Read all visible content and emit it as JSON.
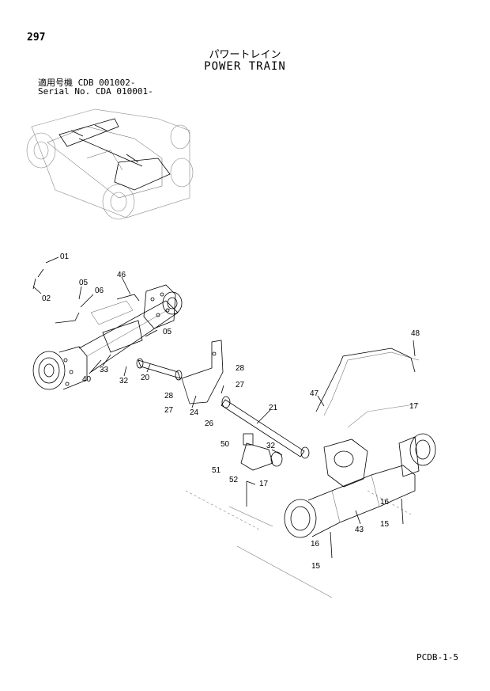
{
  "header": {
    "page_number": "297",
    "title_jp": "パワートレイン",
    "title_en": "POWER TRAIN",
    "serial_1": "適用号機 CDB 001002-",
    "serial_2": "Serial No. CDA 010001-"
  },
  "footer": {
    "doc_code": "PCDB-1-5"
  },
  "part_labels": [
    "01",
    "02",
    "05",
    "06",
    "46",
    "05",
    "40",
    "33",
    "32",
    "20",
    "24",
    "28",
    "27",
    "28",
    "27",
    "26",
    "21",
    "47",
    "48",
    "17",
    "50",
    "32",
    "51",
    "52",
    "17",
    "43",
    "16",
    "15",
    "16",
    "15"
  ]
}
